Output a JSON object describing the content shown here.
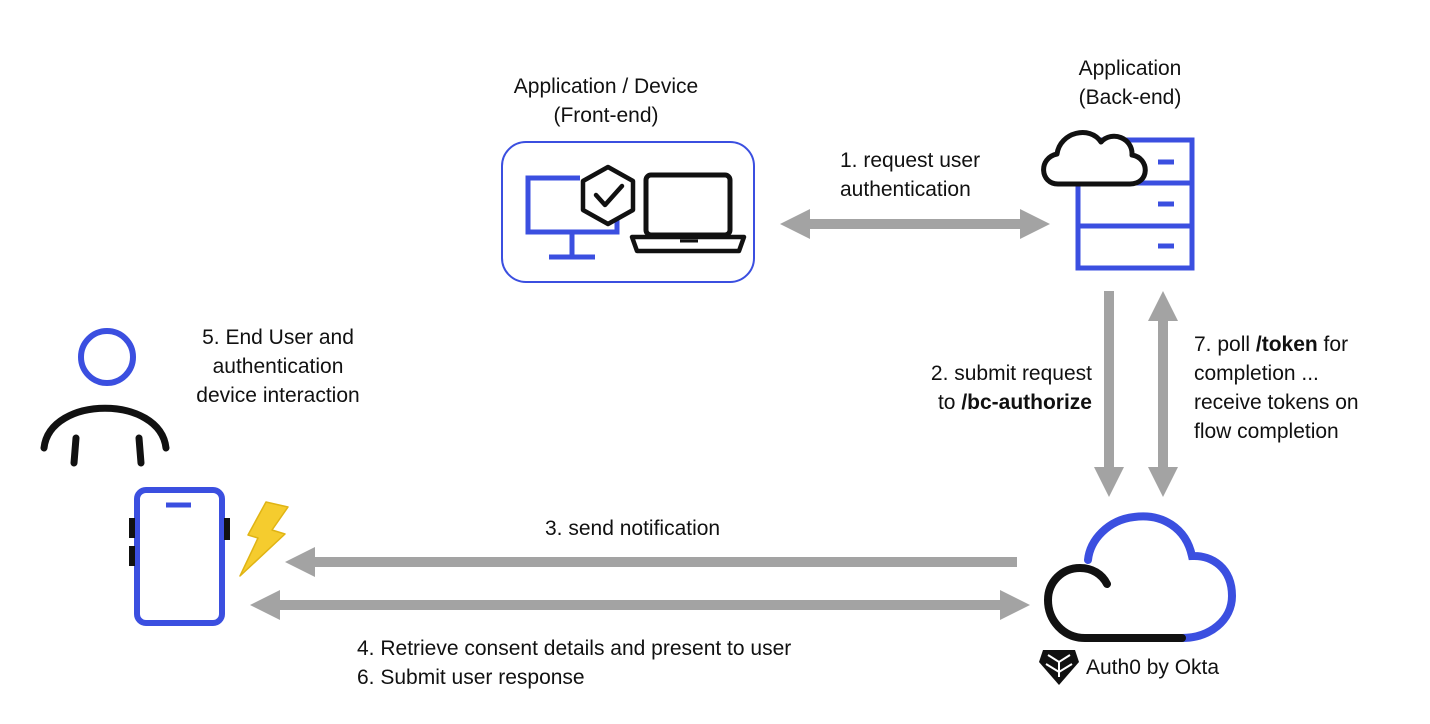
{
  "frontend": {
    "title_line1": "Application / Device",
    "title_line2": "(Front-end)"
  },
  "backend": {
    "title_line1": "Application",
    "title_line2": "(Back-end)"
  },
  "steps": {
    "s1_line1": "1. request user",
    "s1_line2": "authentication",
    "s2_line1": "2. submit request",
    "s2_line2_prefix": "to ",
    "s2_line2_bold": "/bc-authorize",
    "s3": "3. send notification",
    "s4": "4. Retrieve consent details and present to user",
    "s5_line1": "5. End User and",
    "s5_line2": "authentication",
    "s5_line3": "device interaction",
    "s6": "6. Submit user response",
    "s7_line1_prefix": "7. poll ",
    "s7_line1_bold": "/token",
    "s7_line1_suffix": " for",
    "s7_line2": "completion ...",
    "s7_line3": "receive tokens on",
    "s7_line4": "flow completion"
  },
  "auth0": {
    "brand_label": "Auth0 by Okta"
  },
  "colors": {
    "accent_blue": "#3B4FE0",
    "arrow_gray": "#A3A3A3",
    "bolt_yellow": "#F5CC2E",
    "outline_black": "#111111"
  },
  "icons": [
    "monitor-icon",
    "shield-check-icon",
    "laptop-icon",
    "cloud-icon",
    "server-icon",
    "user-icon",
    "smartphone-icon",
    "lightning-icon",
    "auth0-cloud-icon",
    "auth0-shield-logo"
  ]
}
